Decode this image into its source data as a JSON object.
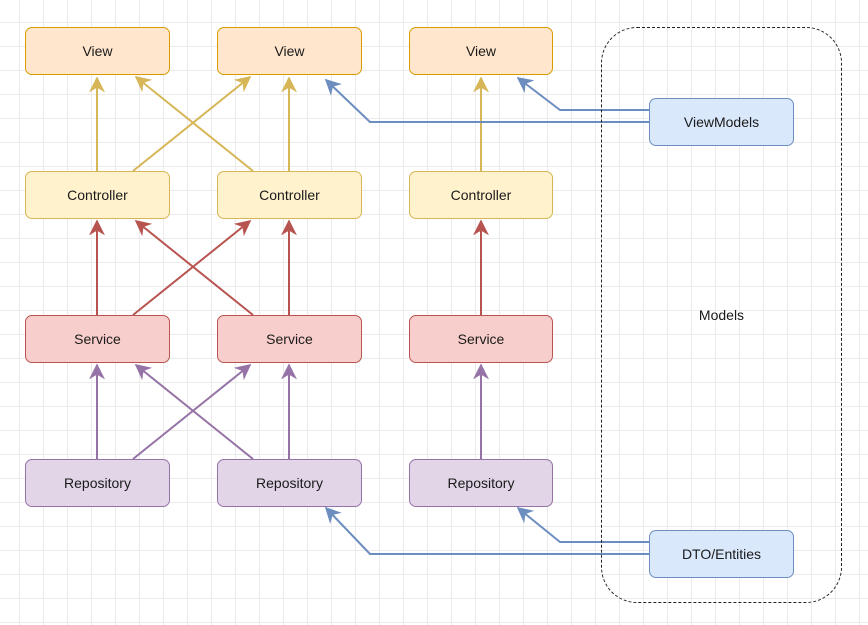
{
  "labels": {
    "view": "View",
    "controller": "Controller",
    "service": "Service",
    "repository": "Repository",
    "viewmodels": "ViewModels",
    "dto": "DTO/Entities",
    "models": "Models"
  },
  "colors": {
    "view_arrow": "#d6b656",
    "service_arrow": "#b85450",
    "repo_arrow": "#9673a6",
    "model_arrow": "#6c8ebf"
  }
}
